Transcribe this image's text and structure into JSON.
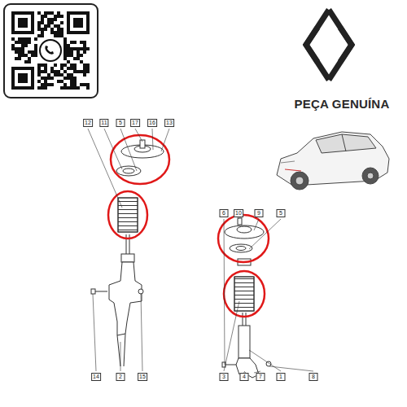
{
  "diagram": {
    "labels": [
      "PEÇA GENUÍNA",
      "12",
      "11",
      "5",
      "17",
      "16",
      "13",
      "6",
      "10",
      "9",
      "5",
      "14",
      "2",
      "15",
      "3",
      "4",
      "7",
      "1",
      "8"
    ]
  }
}
